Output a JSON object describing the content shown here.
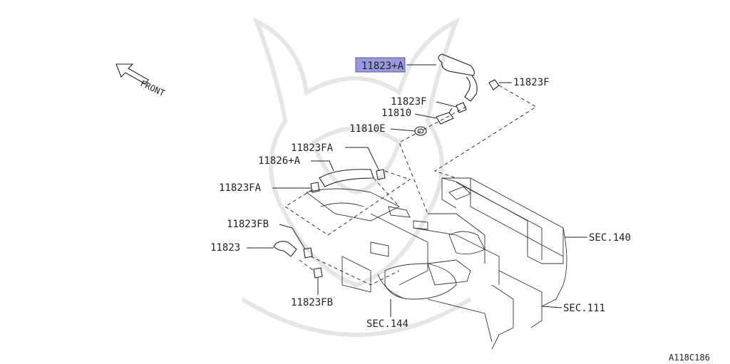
{
  "labels": {
    "front": "FRONT",
    "hose_a": "11823+A",
    "clamp_f_top": "11823F",
    "clamp_f_mid": "11823F",
    "valve": "11810",
    "grommet": "11810E",
    "clamp_fa_top": "11823FA",
    "hose_826": "11826+A",
    "clamp_fa_left": "11823FA",
    "clamp_fb_top": "11823FB",
    "hose_823": "11823",
    "clamp_fb_bottom": "11823FB",
    "sec140": "SEC.140",
    "sec111": "SEC.111",
    "sec144": "SEC.144",
    "diagram_code": "A118C186"
  },
  "highlight_color": "#9999dd",
  "highlight_border": "#5555aa"
}
